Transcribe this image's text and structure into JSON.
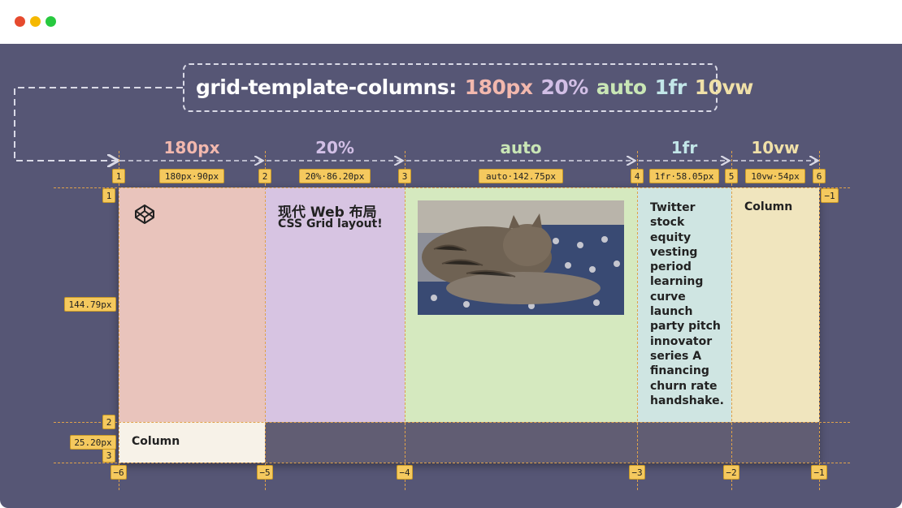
{
  "window_controls": [
    "close",
    "minimize",
    "maximize"
  ],
  "code": {
    "property": "grid-template-columns:",
    "values": [
      "180px",
      "20%",
      "auto",
      "1fr",
      "10vw"
    ]
  },
  "columns": [
    {
      "name": "180px",
      "size_label": "180px·90px",
      "color": "#e9c4bc"
    },
    {
      "name": "20%",
      "size_label": "20%·86.20px",
      "color": "#d7c4e2"
    },
    {
      "name": "auto",
      "size_label": "auto·142.75px",
      "color": "#d5e9bf"
    },
    {
      "name": "1fr",
      "size_label": "1fr·58.05px",
      "color": "#cfe5e2"
    },
    {
      "name": "10vw",
      "size_label": "10vw·54px",
      "color": "#f0e5be"
    }
  ],
  "column_line_numbers": [
    "1",
    "2",
    "3",
    "4",
    "5",
    "6"
  ],
  "column_line_negative": [
    "−6",
    "−5",
    "−4",
    "−3",
    "−2",
    "−1"
  ],
  "row_line_numbers": [
    "1",
    "2",
    "3"
  ],
  "row_line_negative_top": "−1",
  "row_sizes": [
    "144.79px",
    "25.20px"
  ],
  "cells": {
    "col2_title": "现代 Web 布局",
    "col2_subtitle": "CSS Grid layout!",
    "col4_text": "Twitter stock equity vesting period learning curve launch party pitch innovator series A financing churn rate handshake.",
    "col5_text": "Column",
    "row2_text": "Column"
  },
  "icons": {
    "col1": "codepen-logo-icon",
    "col3": "cat-photo"
  }
}
